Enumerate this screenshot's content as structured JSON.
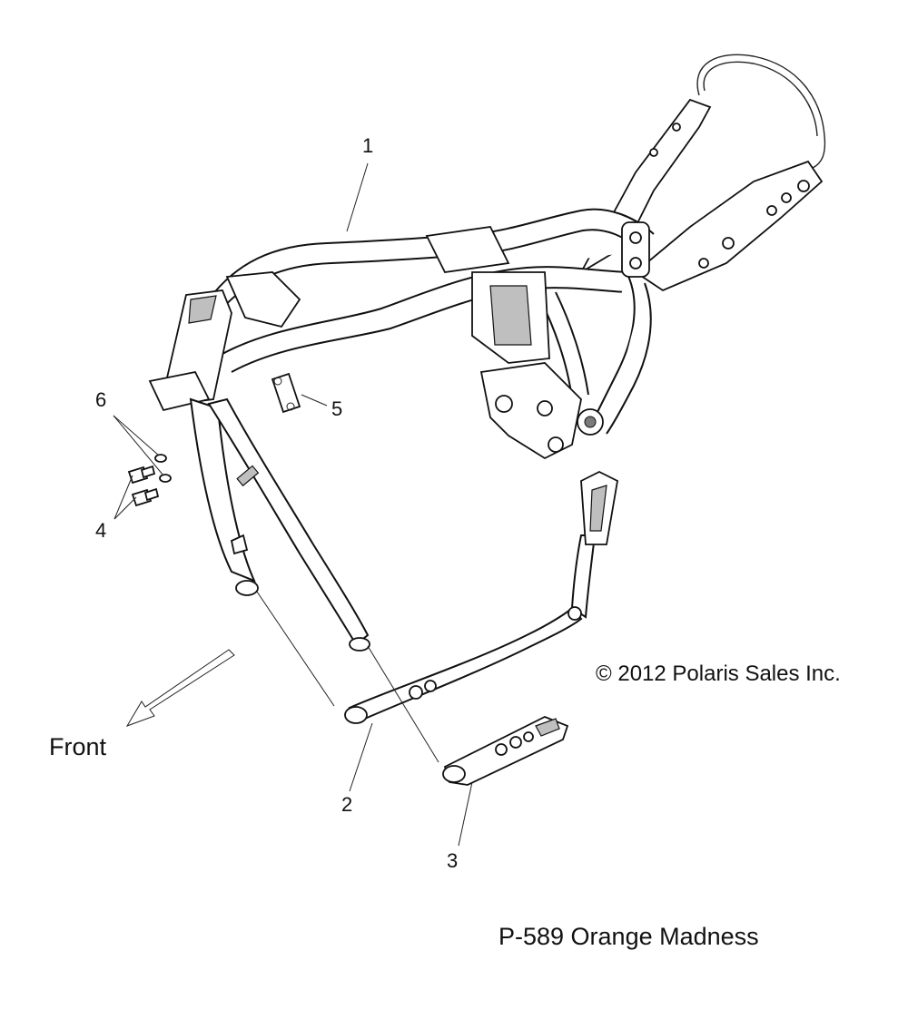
{
  "diagram": {
    "callouts": [
      "1",
      "2",
      "3",
      "4",
      "5",
      "6"
    ],
    "direction_label": "Front",
    "copyright": "© 2012 Polaris Sales Inc.",
    "page_code": "P-589  Orange Madness"
  }
}
